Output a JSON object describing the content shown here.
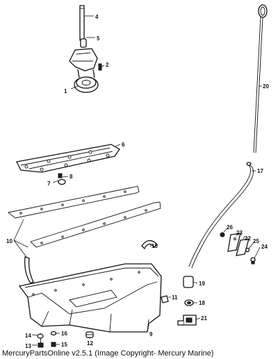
{
  "diagram": {
    "callouts": [
      "1",
      "2",
      "4",
      "5",
      "6",
      "7",
      "8",
      "9",
      "10",
      "10",
      "11",
      "12",
      "13",
      "14",
      "15",
      "16",
      "17",
      "18",
      "19",
      "20",
      "21",
      "22",
      "23",
      "24",
      "25",
      "26"
    ]
  },
  "footer": {
    "credit": "MercuryPartsOnline v2.5.1 (Image Copyright- Mercury Marine)"
  }
}
